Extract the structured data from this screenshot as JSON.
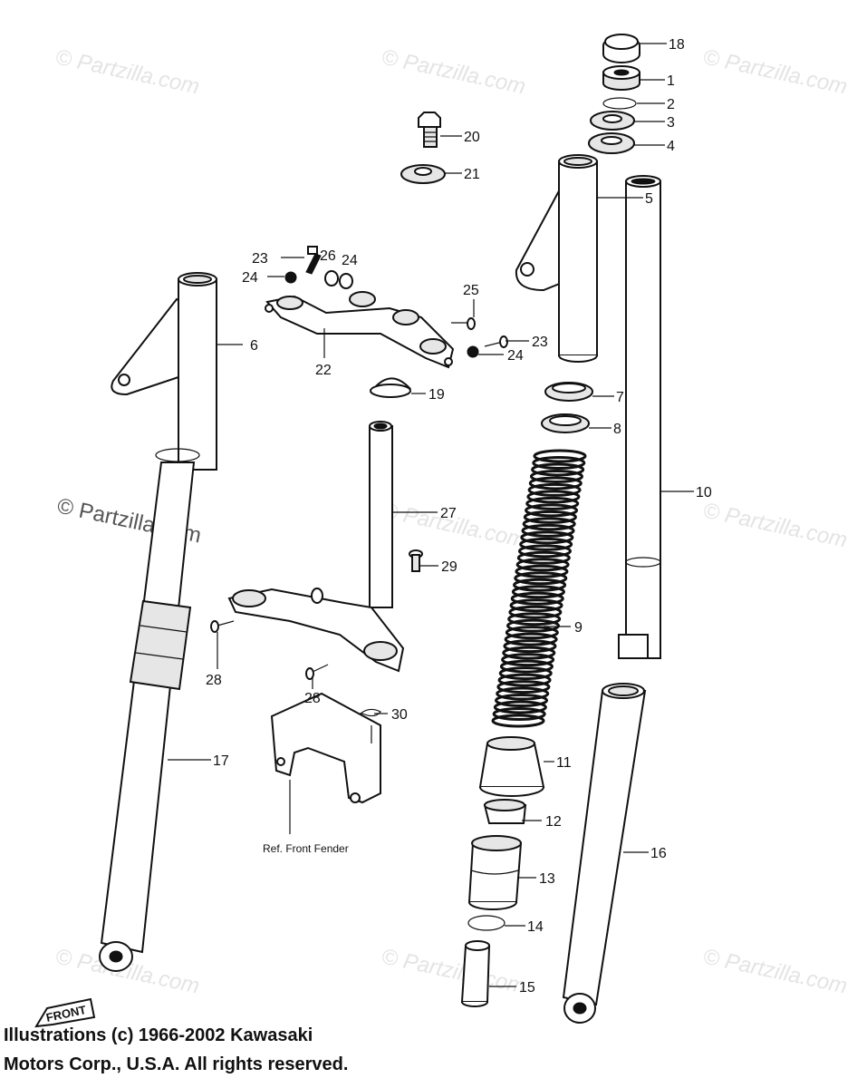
{
  "watermark": {
    "text": "© Partzilla.com",
    "emphasized_text": "© Partzilla.com"
  },
  "callouts": [
    "1",
    "2",
    "3",
    "4",
    "5",
    "6",
    "7",
    "8",
    "9",
    "10",
    "11",
    "12",
    "13",
    "14",
    "15",
    "16",
    "17",
    "18",
    "19",
    "20",
    "21",
    "22",
    "23",
    "23",
    "24",
    "24",
    "24",
    "25",
    "26",
    "27",
    "28",
    "28",
    "29",
    "30"
  ],
  "reference_note": "Ref. Front Fender",
  "front_badge": "FRONT",
  "copyright": {
    "line1": "Illustrations (c) 1966-2002 Kawasaki",
    "line2": "Motors Corp., U.S.A.  All rights reserved."
  }
}
